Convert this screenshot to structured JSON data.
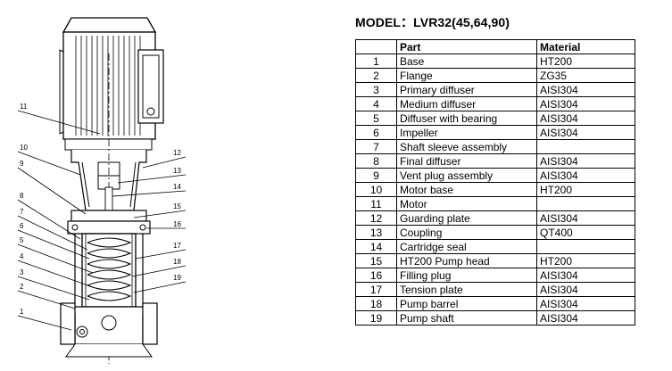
{
  "title": "MODEL：LVR32(45,64,90)",
  "table": {
    "headers": [
      "",
      "Part",
      "Material"
    ],
    "rows": [
      [
        "1",
        "Base",
        "HT200"
      ],
      [
        "2",
        "Flange",
        "ZG35"
      ],
      [
        "3",
        "Primary diffuser",
        "AISI304"
      ],
      [
        "4",
        "Medium diffuser",
        "AISI304"
      ],
      [
        "5",
        "Diffuser with bearing",
        "AISI304"
      ],
      [
        "6",
        "Impeller",
        "AISI304"
      ],
      [
        "7",
        "Shaft sleeve assembly",
        ""
      ],
      [
        "8",
        "Final diffuser",
        "AISI304"
      ],
      [
        "9",
        "Vent plug assembly",
        "AISI304"
      ],
      [
        "10",
        "Motor base",
        "HT200"
      ],
      [
        "11",
        "Motor",
        ""
      ],
      [
        "12",
        "Guarding plate",
        "AISI304"
      ],
      [
        "13",
        "Coupling",
        "QT400"
      ],
      [
        "14",
        "Cartridge seal",
        ""
      ],
      [
        "15",
        "HT200 Pump head",
        "HT200"
      ],
      [
        "16",
        "Filling plug",
        "AISI304"
      ],
      [
        "17",
        "Tension plate",
        "AISI304"
      ],
      [
        "18",
        "Pump barrel",
        "AISI304"
      ],
      [
        "19",
        "Pump shaft",
        "AISI304"
      ]
    ]
  },
  "drawing": {
    "callouts_left": [
      "11",
      "10",
      "9",
      "8",
      "7",
      "6",
      "5",
      "4",
      "3",
      "2",
      "1"
    ],
    "callouts_right": [
      "12",
      "13",
      "14",
      "15",
      "16",
      "17",
      "18",
      "19"
    ]
  }
}
